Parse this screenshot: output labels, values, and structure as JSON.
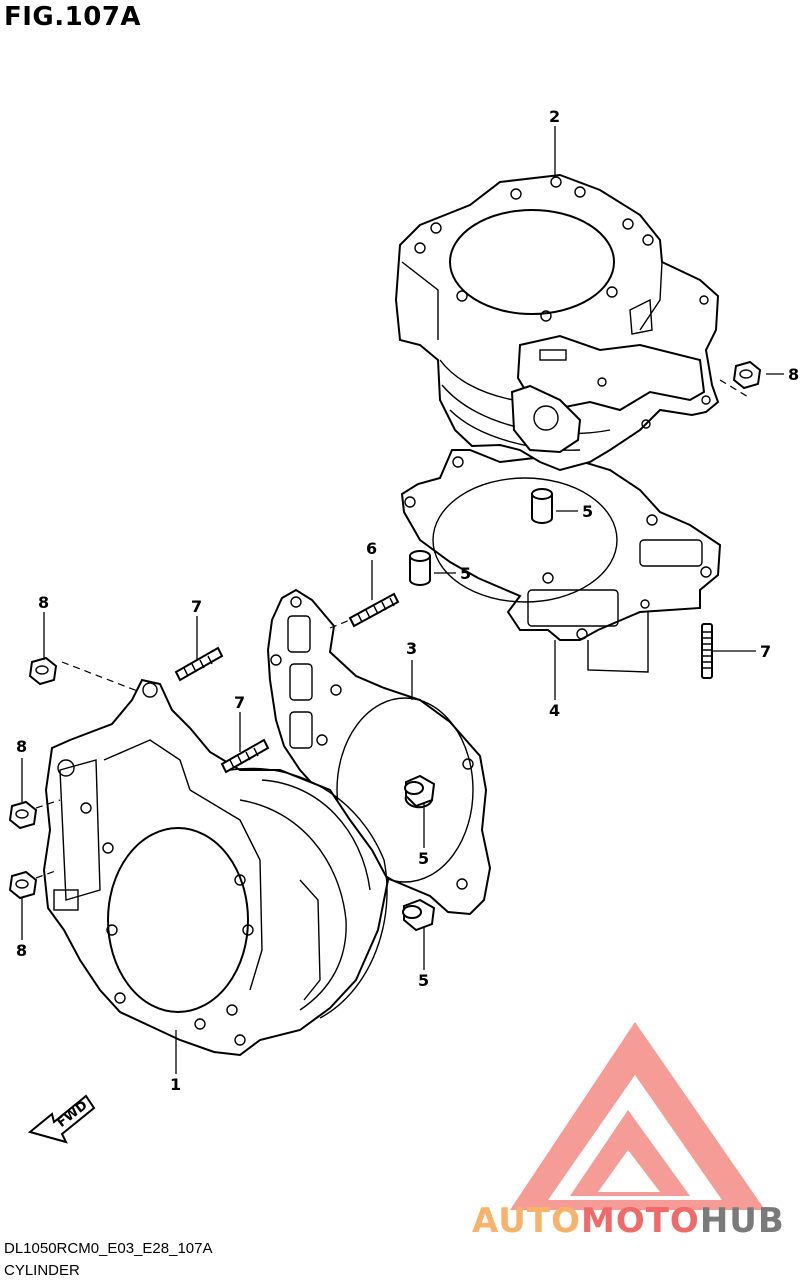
{
  "figure": {
    "title": "FIG.107A",
    "code": "DL1050RCM0_E03_E28_107A",
    "name": "CYLINDER"
  },
  "callouts": {
    "c1": "1",
    "c2": "2",
    "c3": "3",
    "c4": "4",
    "c5a": "5",
    "c5b": "5",
    "c5c": "5",
    "c5d": "5",
    "c6": "6",
    "c7a": "7",
    "c7b": "7",
    "c7c": "7",
    "c8a": "8",
    "c8b": "8",
    "c8c": "8",
    "c8d": "8"
  },
  "fwd_label": "FWD",
  "watermark": {
    "part1": "AUTO",
    "part2": "MOTO",
    "part3": "HUB",
    "colors": {
      "auto": "#f7b36b",
      "moto": "#f06a6a",
      "hub": "#7a7a7a",
      "triangle": "#f28b82"
    }
  }
}
